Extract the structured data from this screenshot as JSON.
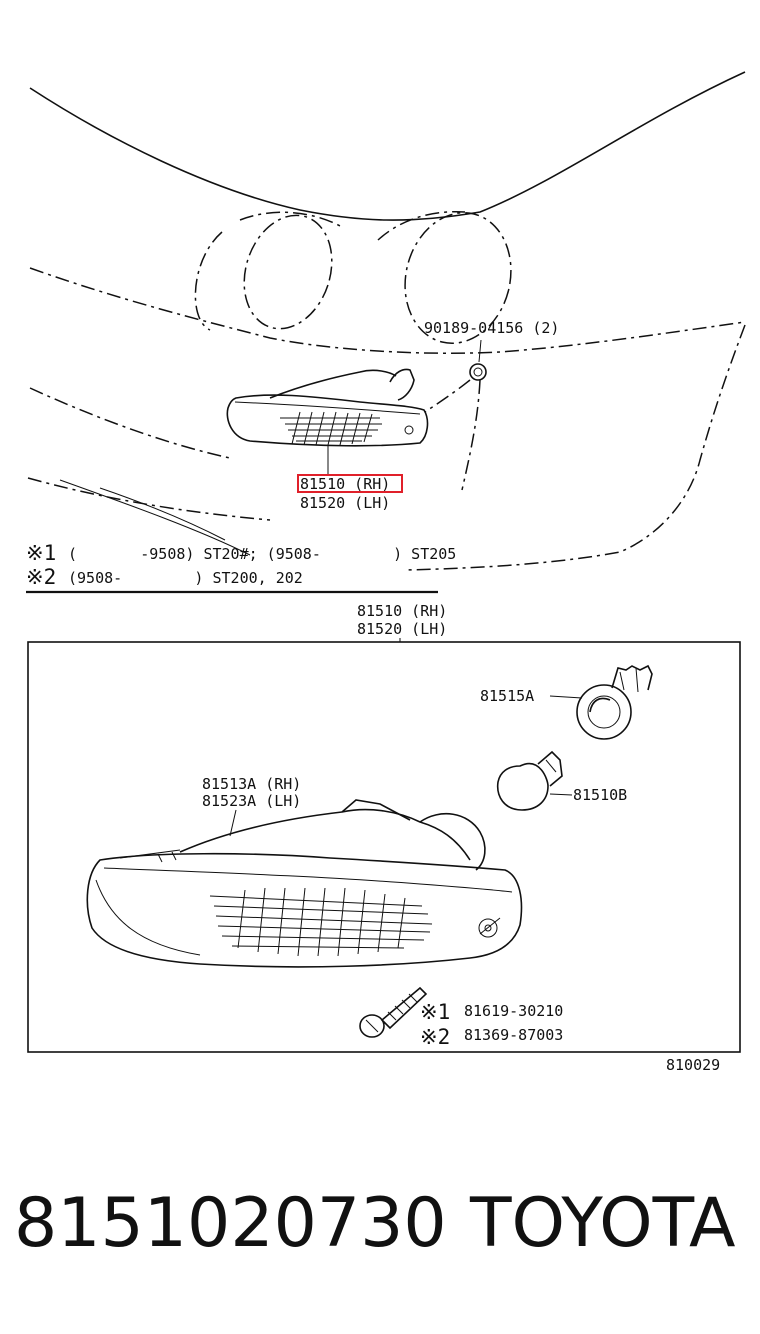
{
  "top_view": {
    "clip_label": "90189-04156 (2)",
    "part_rh": "81510 (RH)",
    "part_lh": "81520 (LH)",
    "note1_mark": "※1",
    "note1_text": "(       -9508) ST20#; (9508-        ) ST205",
    "note2_mark": "※2",
    "note2_text": "(9508-        ) ST200, 202",
    "highlight_color": "#e0202a"
  },
  "detail_view": {
    "assembly_rh": "81510 (RH)",
    "assembly_lh": "81520 (LH)",
    "socket_label": "81515A",
    "bulb_label": "81510B",
    "lens_rh": "81513A (RH)",
    "lens_lh": "81523A (LH)",
    "screw1_mark": "※1",
    "screw1_part": "81619-30210",
    "screw2_mark": "※2",
    "screw2_part": "81369-87003",
    "diagram_code": "810029"
  },
  "footer": {
    "part_number": "8151020730",
    "brand": "TOYOTA"
  }
}
